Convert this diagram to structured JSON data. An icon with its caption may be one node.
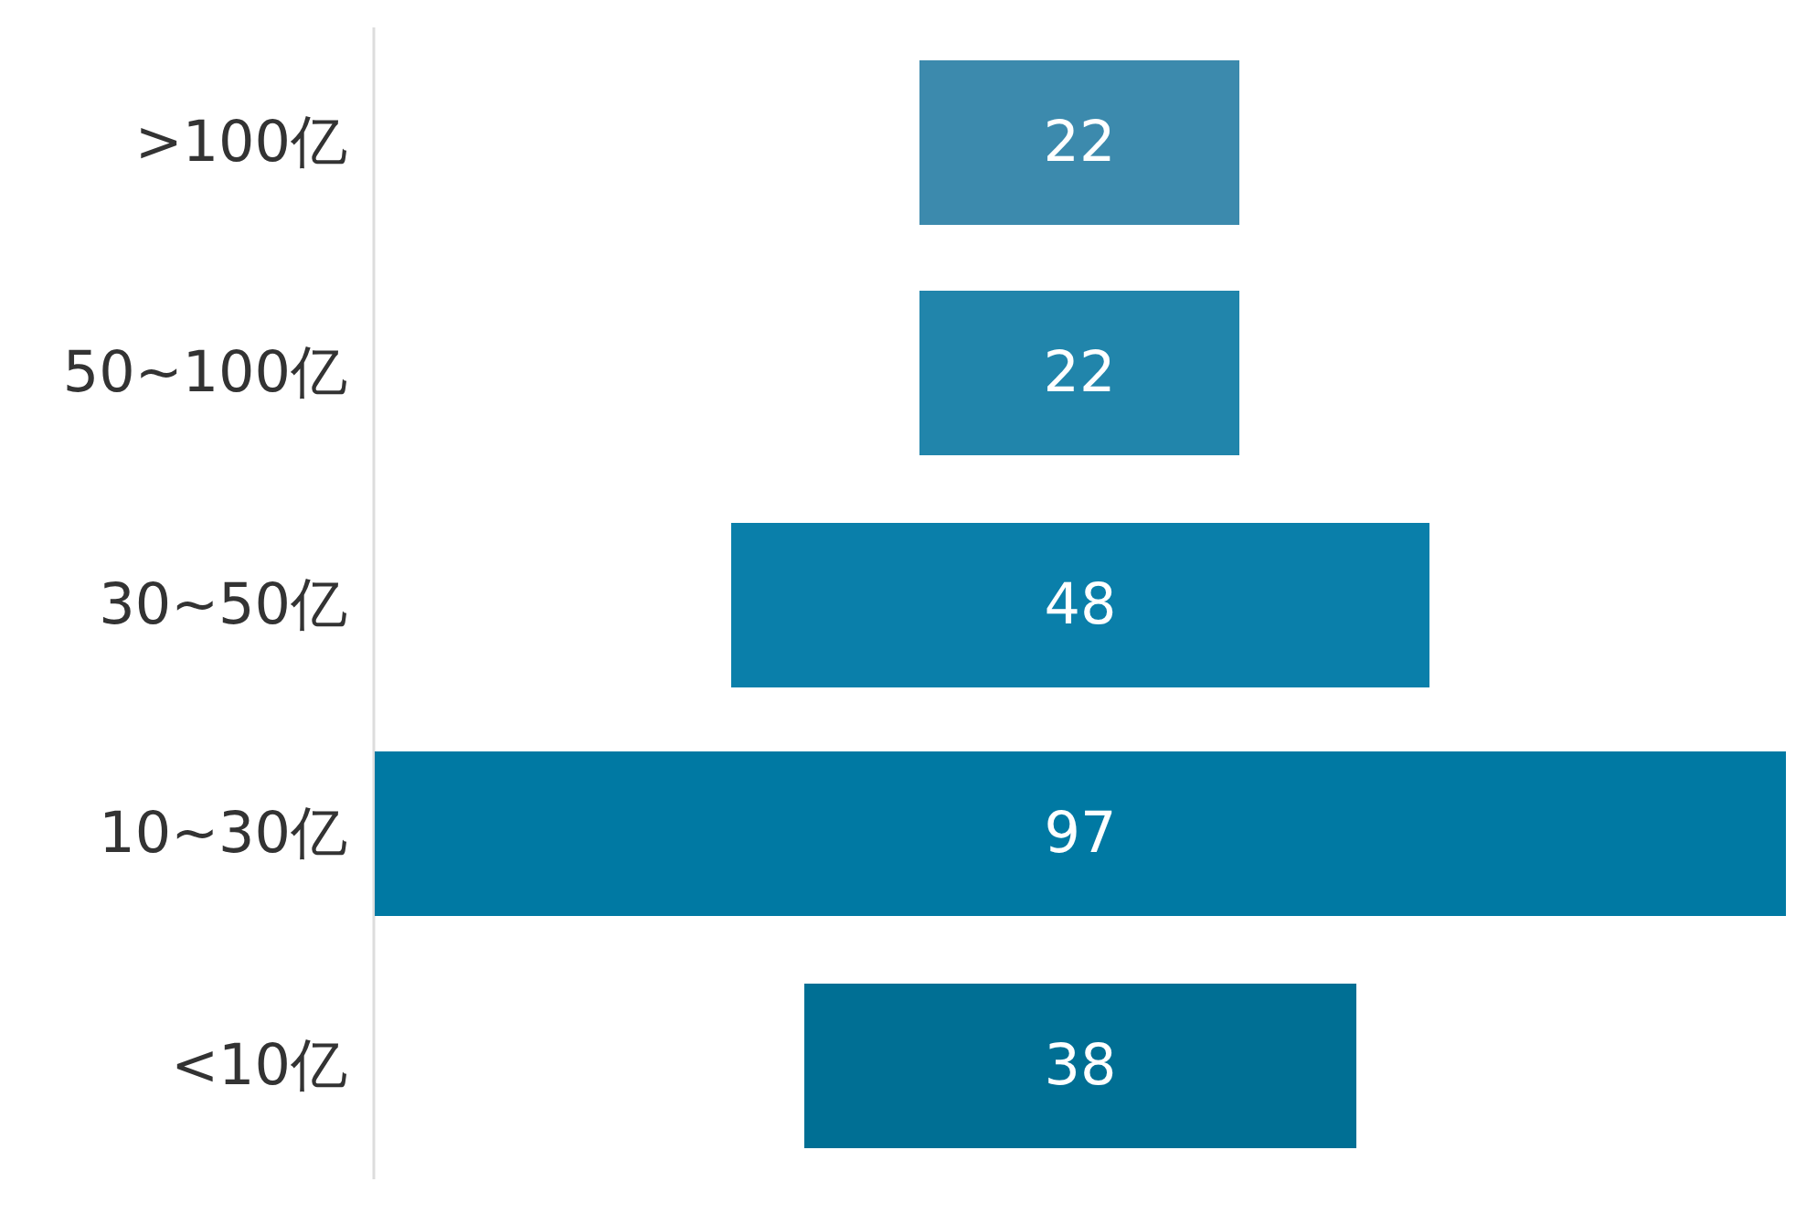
{
  "diagram": {
    "nodes": [
      {
        "text": [
          "22"
        ]
      },
      {
        "text": [
          "22"
        ]
      },
      {
        "text": [
          "48"
        ]
      },
      {
        "text": [
          "97"
        ]
      },
      {
        "text": [
          "38"
        ]
      }
    ],
    "labels": [
      ">100亿",
      "50~100亿",
      "30~50亿",
      "10~30亿",
      "<10亿"
    ]
  }
}
